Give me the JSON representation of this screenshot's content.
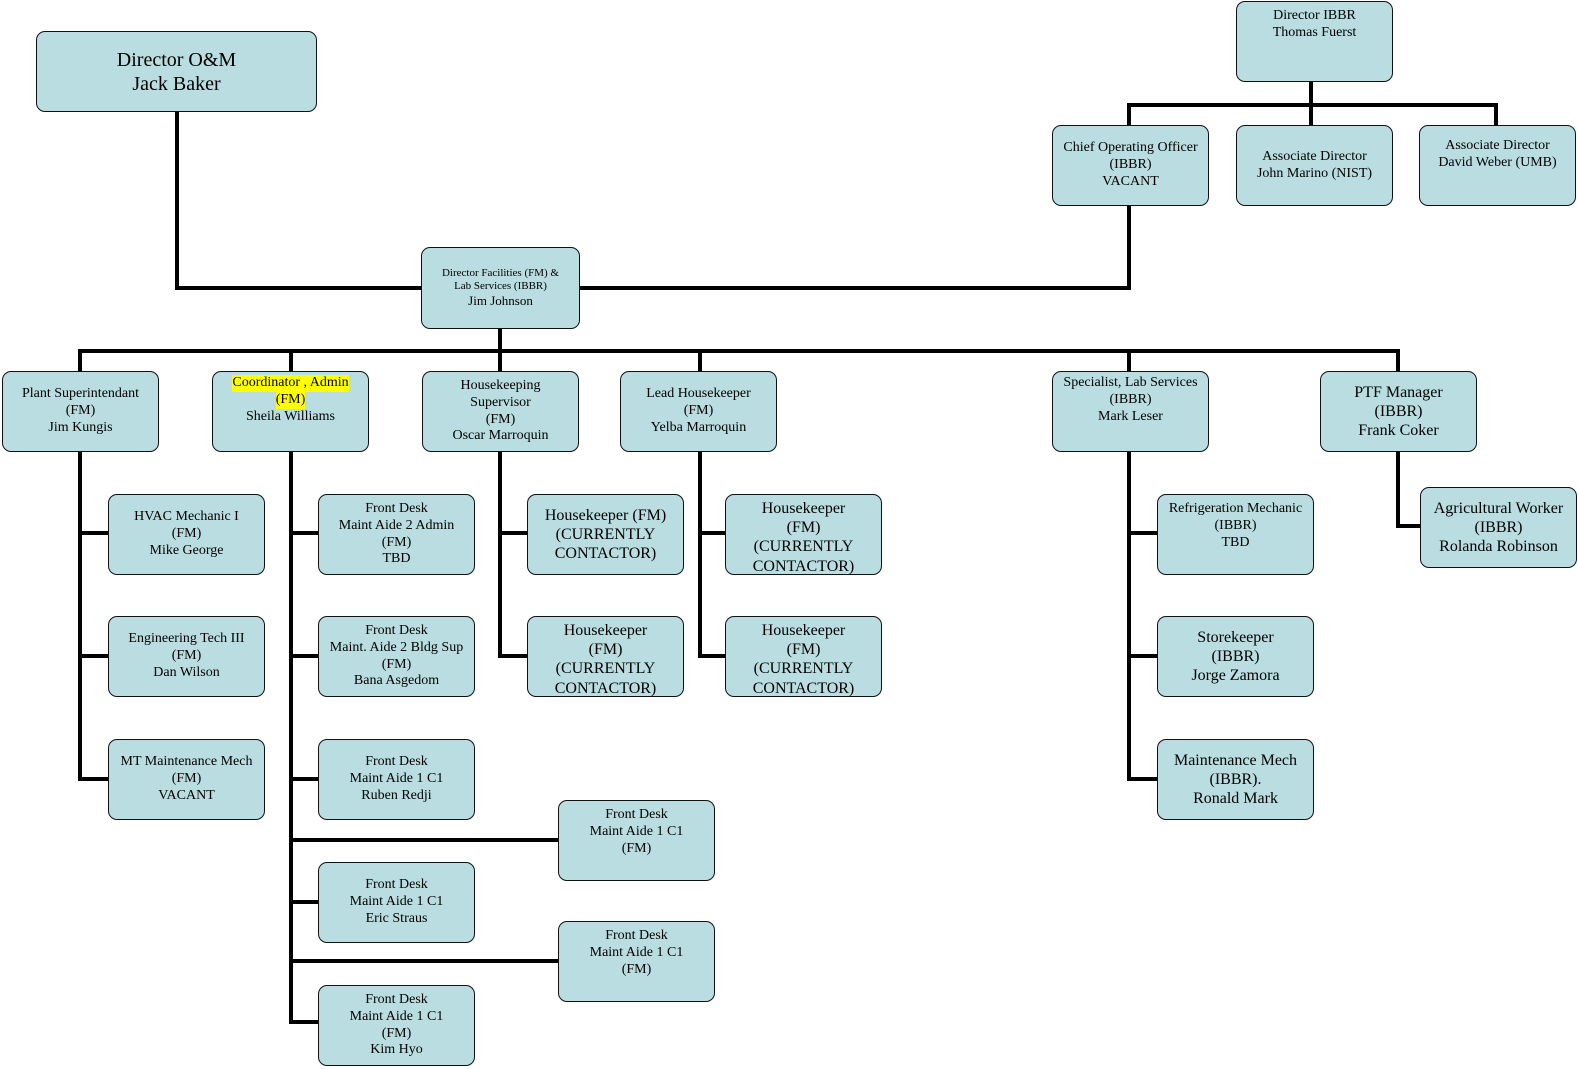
{
  "chart": {
    "director_om": [
      "Director O&M",
      "Jack Baker"
    ],
    "director_ibbr": [
      "Director IBBR",
      "Thomas Fuerst"
    ],
    "coo": [
      "Chief Operating Officer",
      "(IBBR)",
      "VACANT"
    ],
    "assoc_marino": [
      "Associate Director",
      "John Marino (NIST)"
    ],
    "assoc_weber": [
      "Associate Director",
      "David Weber (UMB)"
    ],
    "director_facilities": [
      "Director Facilities (FM) &",
      "Lab Services (IBBR)",
      "Jim Johnson"
    ],
    "plant_super": [
      "Plant Superintendant",
      "(FM)",
      "Jim Kungis"
    ],
    "coordinator": [
      "Coordinator , Admin",
      "(FM)",
      "Sheila Williams"
    ],
    "hk_supervisor": [
      "Housekeeping",
      "Supervisor",
      "(FM)",
      "Oscar Marroquin"
    ],
    "lead_hk": [
      "Lead Housekeeper",
      "(FM)",
      "Yelba Marroquin"
    ],
    "specialist": [
      "Specialist, Lab Services",
      "(IBBR)",
      "Mark Leser"
    ],
    "ptf_manager": [
      "PTF Manager",
      "(IBBR)",
      "Frank Coker"
    ],
    "hvac": [
      "HVAC Mechanic I",
      "(FM)",
      "Mike George"
    ],
    "eng_tech": [
      "Engineering Tech III",
      "(FM)",
      "Dan Wilson"
    ],
    "mt_mech": [
      "MT Maintenance Mech",
      "(FM)",
      "VACANT"
    ],
    "fd_admin": [
      "Front Desk",
      "Maint Aide 2 Admin",
      "(FM)",
      "TBD"
    ],
    "fd_bldg": [
      "Front Desk",
      "Maint. Aide  2 Bldg Sup",
      "(FM)",
      "Bana Asgedom"
    ],
    "fd_ruben": [
      "Front Desk",
      "Maint Aide 1 C1",
      "Ruben Redji"
    ],
    "fd_fm_1": [
      "Front Desk",
      "Maint Aide 1 C1",
      "(FM)"
    ],
    "fd_eric": [
      "Front Desk",
      "Maint Aide 1 C1",
      "Eric Straus"
    ],
    "fd_fm_2": [
      "Front Desk",
      "Maint Aide 1 C1",
      "(FM)"
    ],
    "fd_kim": [
      "Front Desk",
      "Maint Aide 1 C1",
      "(FM)",
      "Kim Hyo"
    ],
    "hk_a1": [
      "Housekeeper (FM)",
      "(CURRENTLY",
      "CONTACTOR)"
    ],
    "hk_a2": [
      "Housekeeper",
      "(FM)",
      "(CURRENTLY",
      "CONTACTOR)"
    ],
    "hk_b1": [
      "Housekeeper",
      "(FM)",
      "(CURRENTLY",
      "CONTACTOR)"
    ],
    "hk_b2": [
      "Housekeeper",
      "(FM)",
      "(CURRENTLY",
      "CONTACTOR)"
    ],
    "refrig": [
      "Refrigeration Mechanic",
      "(IBBR)",
      "TBD"
    ],
    "storekeeper": [
      "Storekeeper",
      "(IBBR)",
      "Jorge Zamora"
    ],
    "maint_mech": [
      "Maintenance Mech",
      "(IBBR).",
      "Ronald Mark"
    ],
    "ag_worker": [
      "Agricultural Worker",
      "(IBBR)",
      "Rolanda Robinson"
    ]
  },
  "colors": {
    "box_fill": "#b9dde0",
    "highlight": "#ffff00",
    "line": "#000000"
  }
}
